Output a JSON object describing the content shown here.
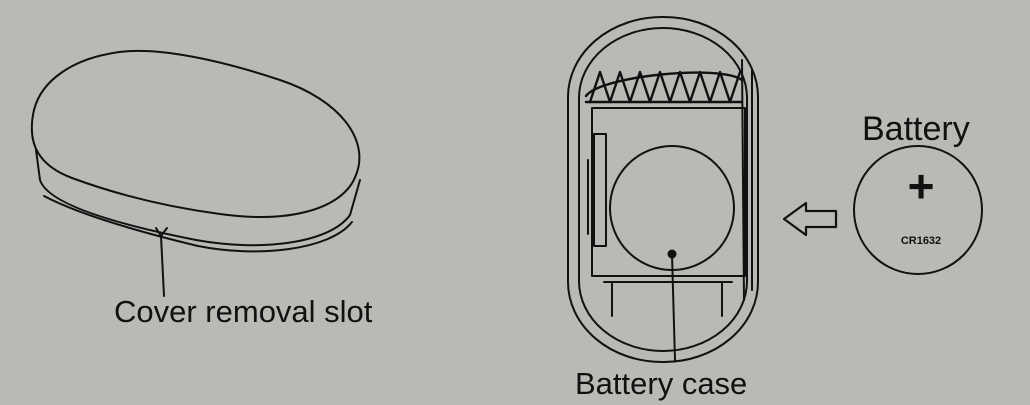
{
  "labels": {
    "cover_slot": "Cover removal slot",
    "battery_case": "Battery case",
    "battery": "Battery",
    "battery_polarity": "+",
    "battery_model": "CR1632"
  },
  "colors": {
    "background": "#b9b9b5",
    "line": "#111111"
  },
  "icons": {
    "insert_arrow": "left-arrow-icon",
    "spring": "coil-spring-icon"
  }
}
